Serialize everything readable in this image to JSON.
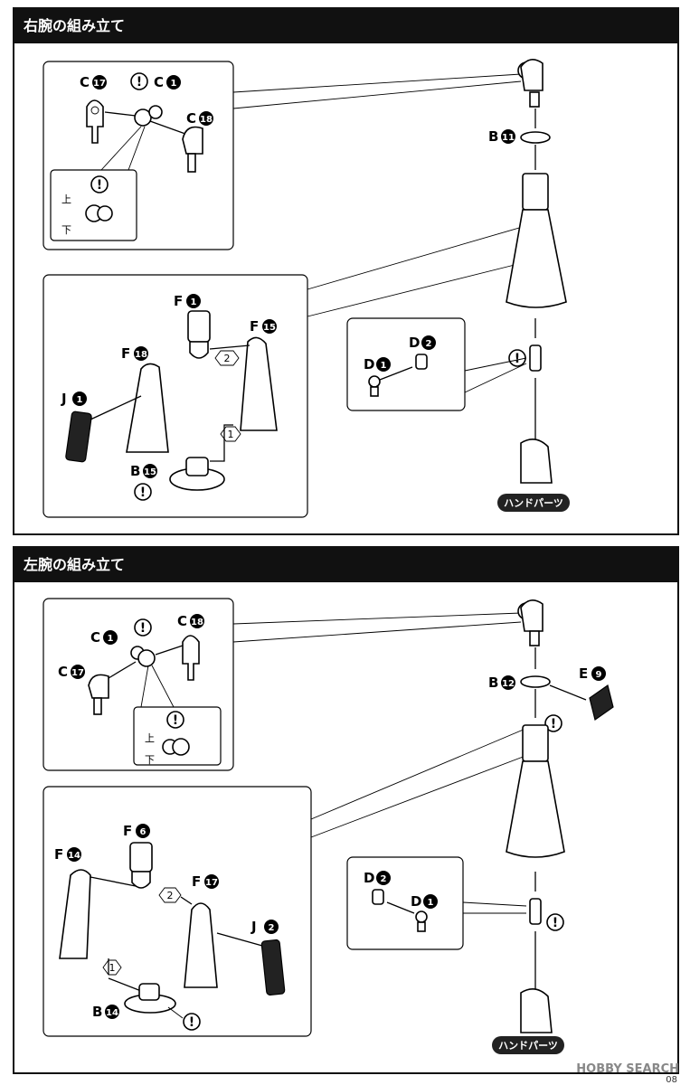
{
  "sections": [
    {
      "title": "右腕の組み立て",
      "callout_top": {
        "labels": [
          {
            "letter": "C",
            "num": "17"
          },
          {
            "letter": "C",
            "num": "1"
          },
          {
            "letter": "C",
            "num": "18"
          }
        ],
        "up": "上",
        "down": "下"
      },
      "callout_mid": {
        "labels": [
          {
            "letter": "F",
            "num": "1"
          },
          {
            "letter": "F",
            "num": "18"
          },
          {
            "letter": "F",
            "num": "15"
          },
          {
            "letter": "J",
            "num": "1"
          },
          {
            "letter": "B",
            "num": "15"
          }
        ],
        "step1": "1",
        "step2": "2"
      },
      "callout_hand": {
        "labels": [
          {
            "letter": "D",
            "num": "2"
          },
          {
            "letter": "D",
            "num": "1"
          }
        ]
      },
      "main_labels": [
        {
          "letter": "B",
          "num": "11"
        }
      ],
      "hand_tag": "ハンドパーツ"
    },
    {
      "title": "左腕の組み立て",
      "callout_top": {
        "labels": [
          {
            "letter": "C",
            "num": "1"
          },
          {
            "letter": "C",
            "num": "18"
          },
          {
            "letter": "C",
            "num": "17"
          }
        ],
        "up": "上",
        "down": "下"
      },
      "callout_mid": {
        "labels": [
          {
            "letter": "F",
            "num": "6"
          },
          {
            "letter": "F",
            "num": "14"
          },
          {
            "letter": "F",
            "num": "17"
          },
          {
            "letter": "J",
            "num": "2"
          },
          {
            "letter": "B",
            "num": "14"
          }
        ],
        "step1": "1",
        "step2": "2"
      },
      "callout_hand": {
        "labels": [
          {
            "letter": "D",
            "num": "2"
          },
          {
            "letter": "D",
            "num": "1"
          }
        ]
      },
      "main_labels": [
        {
          "letter": "B",
          "num": "12"
        },
        {
          "letter": "E",
          "num": "9"
        }
      ],
      "hand_tag": "ハンドパーツ"
    }
  ],
  "exclaim": "!",
  "watermark": "HOBBY SEARCH",
  "page_number": "08"
}
